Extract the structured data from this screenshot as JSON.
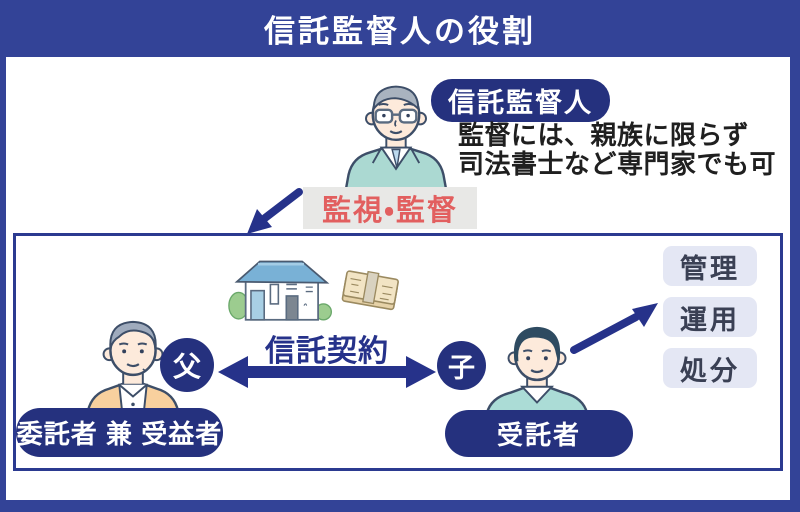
{
  "title": "信託監督人の役割",
  "supervisor": {
    "label": "信託監督人",
    "note_line1": "監督には、親族に限らず",
    "note_line2": "司法書士など専門家でも可",
    "action_label": "監視・監督"
  },
  "contract_label": "信託契約",
  "father": {
    "badge": "父",
    "role_label": "委託者 兼 受益者"
  },
  "son": {
    "badge": "子",
    "role_label": "受託者"
  },
  "duties": [
    {
      "label": "管理"
    },
    {
      "label": "運用"
    },
    {
      "label": "処分"
    }
  ],
  "icons": {
    "supervisor_illustration": "elderly-man-in-suit",
    "father_illustration": "elderly-man",
    "son_illustration": "young-man",
    "house_icon": "house",
    "money_icon": "cash-bundle",
    "supervision_arrow": "arrow-down-left",
    "contract_arrow": "double-headed-arrow",
    "duties_arrow": "arrow-up-right"
  },
  "colors": {
    "frame_blue": "#334397",
    "navy": "#26328a",
    "pill_navy": "#25317e",
    "action_red": "#e25f5f",
    "action_bg": "#e8e8e6",
    "duty_bg": "#e4e7f4",
    "duty_text": "#3a4054",
    "suit_teal": "#abd9d2",
    "sweater_teal": "#abdcd6",
    "cardigan_tan": "#f8d09e"
  }
}
